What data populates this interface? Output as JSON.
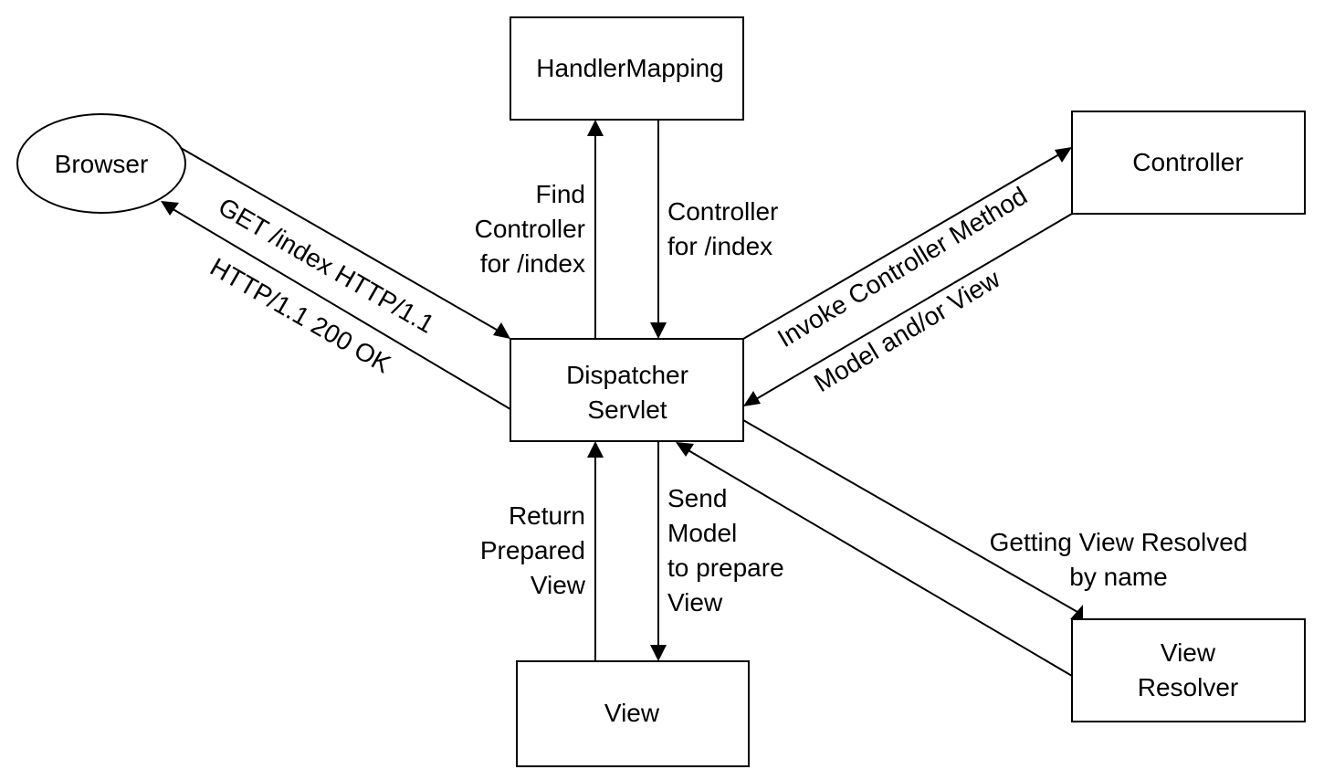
{
  "diagram": {
    "title": "Spring MVC request flow",
    "nodes": {
      "browser": {
        "lines": [
          "Browser"
        ],
        "shape": "ellipse"
      },
      "handler_mapping": {
        "lines": [
          "HandlerMapping"
        ],
        "shape": "rect"
      },
      "controller": {
        "lines": [
          "Controller"
        ],
        "shape": "rect"
      },
      "dispatcher": {
        "lines": [
          "Dispatcher",
          "Servlet"
        ],
        "shape": "rect"
      },
      "view": {
        "lines": [
          "View"
        ],
        "shape": "rect"
      },
      "view_resolver": {
        "lines": [
          "View",
          "Resolver"
        ],
        "shape": "rect"
      }
    },
    "edges": {
      "get_request": {
        "from": "browser",
        "to": "dispatcher",
        "label": [
          "GET /index HTTP/1.1"
        ]
      },
      "http_response": {
        "from": "dispatcher",
        "to": "browser",
        "label": [
          "HTTP/1.1 200 OK"
        ]
      },
      "find_controller": {
        "from": "dispatcher",
        "to": "handler_mapping",
        "label": [
          "Find",
          "Controller",
          "for /index"
        ]
      },
      "controller_for_index": {
        "from": "handler_mapping",
        "to": "dispatcher",
        "label": [
          "Controller",
          "for /index"
        ]
      },
      "invoke_controller": {
        "from": "dispatcher",
        "to": "controller",
        "label": [
          "Invoke Controller Method"
        ]
      },
      "model_and_view": {
        "from": "controller",
        "to": "dispatcher",
        "label": [
          "Model and/or View"
        ]
      },
      "resolve_view": {
        "from": "dispatcher",
        "to": "view_resolver",
        "label": [
          "Getting View Resolved",
          "by name"
        ]
      },
      "resolved_back": {
        "from": "view_resolver",
        "to": "dispatcher",
        "label": []
      },
      "send_model": {
        "from": "dispatcher",
        "to": "view",
        "label": [
          "Send",
          "Model",
          "to prepare",
          "View"
        ]
      },
      "return_view": {
        "from": "view",
        "to": "dispatcher",
        "label": [
          "Return",
          "Prepared",
          "View"
        ]
      }
    }
  }
}
